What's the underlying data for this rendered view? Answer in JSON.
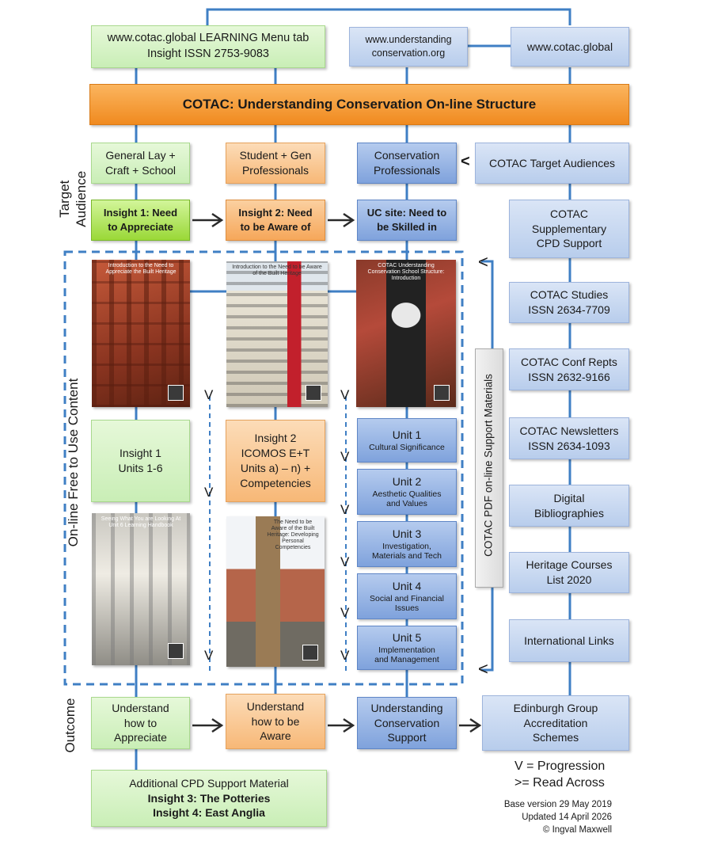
{
  "top_row": {
    "learning_tab": [
      "www.cotac.global LEARNING Menu tab",
      "Insight ISSN 2753-9083"
    ],
    "uc_site": [
      "www.understanding",
      "conservation.org"
    ],
    "cotac_site": "www.cotac.global"
  },
  "banner": "COTAC: Understanding Conservation On-line Structure",
  "side_labels": {
    "target_audience": [
      "Target",
      "Audience"
    ],
    "free_content": "On-line  Free to Use Content",
    "outcome": "Outcome",
    "pdf_support": "COTAC PDF on-line  Support Materials"
  },
  "audiences": {
    "lay": [
      "General Lay +",
      "Craft + School"
    ],
    "student": [
      "Student + Gen",
      "Professionals"
    ],
    "conservation": [
      "Conservation",
      "Professionals"
    ],
    "cotac_target": "COTAC Target Audiences"
  },
  "insights": {
    "insight1": [
      "Insight  1: Need",
      "to Appreciate"
    ],
    "insight2": [
      "Insight  2: Need",
      "to be Aware of"
    ],
    "uc": [
      "UC site: Need to",
      "be Skilled in"
    ]
  },
  "arrows": {
    "read_across": ">",
    "progression": "V",
    "less": "<"
  },
  "covers": {
    "c1": "Introduction to the Need to Appreciate the Built Heritage",
    "c2": "Introduction to the Need to be Aware of the Built Heritage",
    "c3": "COTAC Understanding Conservation School Structure: Introduction",
    "c4": "Seeing What You are Looking At Unit 6 Learning Handbook",
    "c5": "The Need to be Aware of the Built Heritage: Developing Personal Competencies"
  },
  "insight1_units": [
    "Insight 1",
    "Units 1-6"
  ],
  "insight2_icomos": [
    "Insight 2",
    "ICOMOS E+T",
    "Units a) – n) +",
    "Competencies"
  ],
  "units": [
    {
      "title": "Unit 1",
      "sub": [
        "Cultural Significance"
      ]
    },
    {
      "title": "Unit 2",
      "sub": [
        "Aesthetic Qualities",
        "and Values"
      ]
    },
    {
      "title": "Unit 3",
      "sub": [
        "Investigation,",
        "Materials and Tech"
      ]
    },
    {
      "title": "Unit 4",
      "sub": [
        "Social and Financial",
        "Issues"
      ]
    },
    {
      "title": "Unit 5",
      "sub": [
        "Implementation",
        "and Management"
      ]
    }
  ],
  "right_column": [
    [
      "COTAC",
      "Supplementary",
      "CPD Support"
    ],
    [
      "COTAC Studies",
      "ISSN 2634-7709"
    ],
    [
      "COTAC Conf Repts",
      "ISSN 2632-9166"
    ],
    [
      "COTAC Newsletters",
      "ISSN 2634-1093"
    ],
    [
      "Digital",
      "Bibliographies"
    ],
    [
      "Heritage Courses",
      "List 2020"
    ],
    [
      "International Links"
    ]
  ],
  "outcomes": {
    "appreciate": [
      "Understand",
      "how to",
      "Appreciate"
    ],
    "aware": [
      "Understand",
      "how to be",
      "Aware"
    ],
    "support": [
      "Understanding",
      "Conservation",
      "Support"
    ],
    "edinburgh": [
      "Edinburgh Group",
      "Accreditation",
      "Schemes"
    ]
  },
  "additional_cpd": [
    "Additional CPD Support Material",
    "Insight 3: The Potteries",
    "Insight 4: East Anglia"
  ],
  "legend": [
    "V = Progression",
    ">= Read Across"
  ],
  "footer": [
    "Base version 29 May 2019",
    "Updated 14 April 2026",
    "© Ingval Maxwell"
  ],
  "colors": {
    "connector": "#3f7fc4",
    "banner": "#f08a1f",
    "green": "#c9eeb6",
    "orange": "#f7b877",
    "blue": "#a8c0e6"
  }
}
